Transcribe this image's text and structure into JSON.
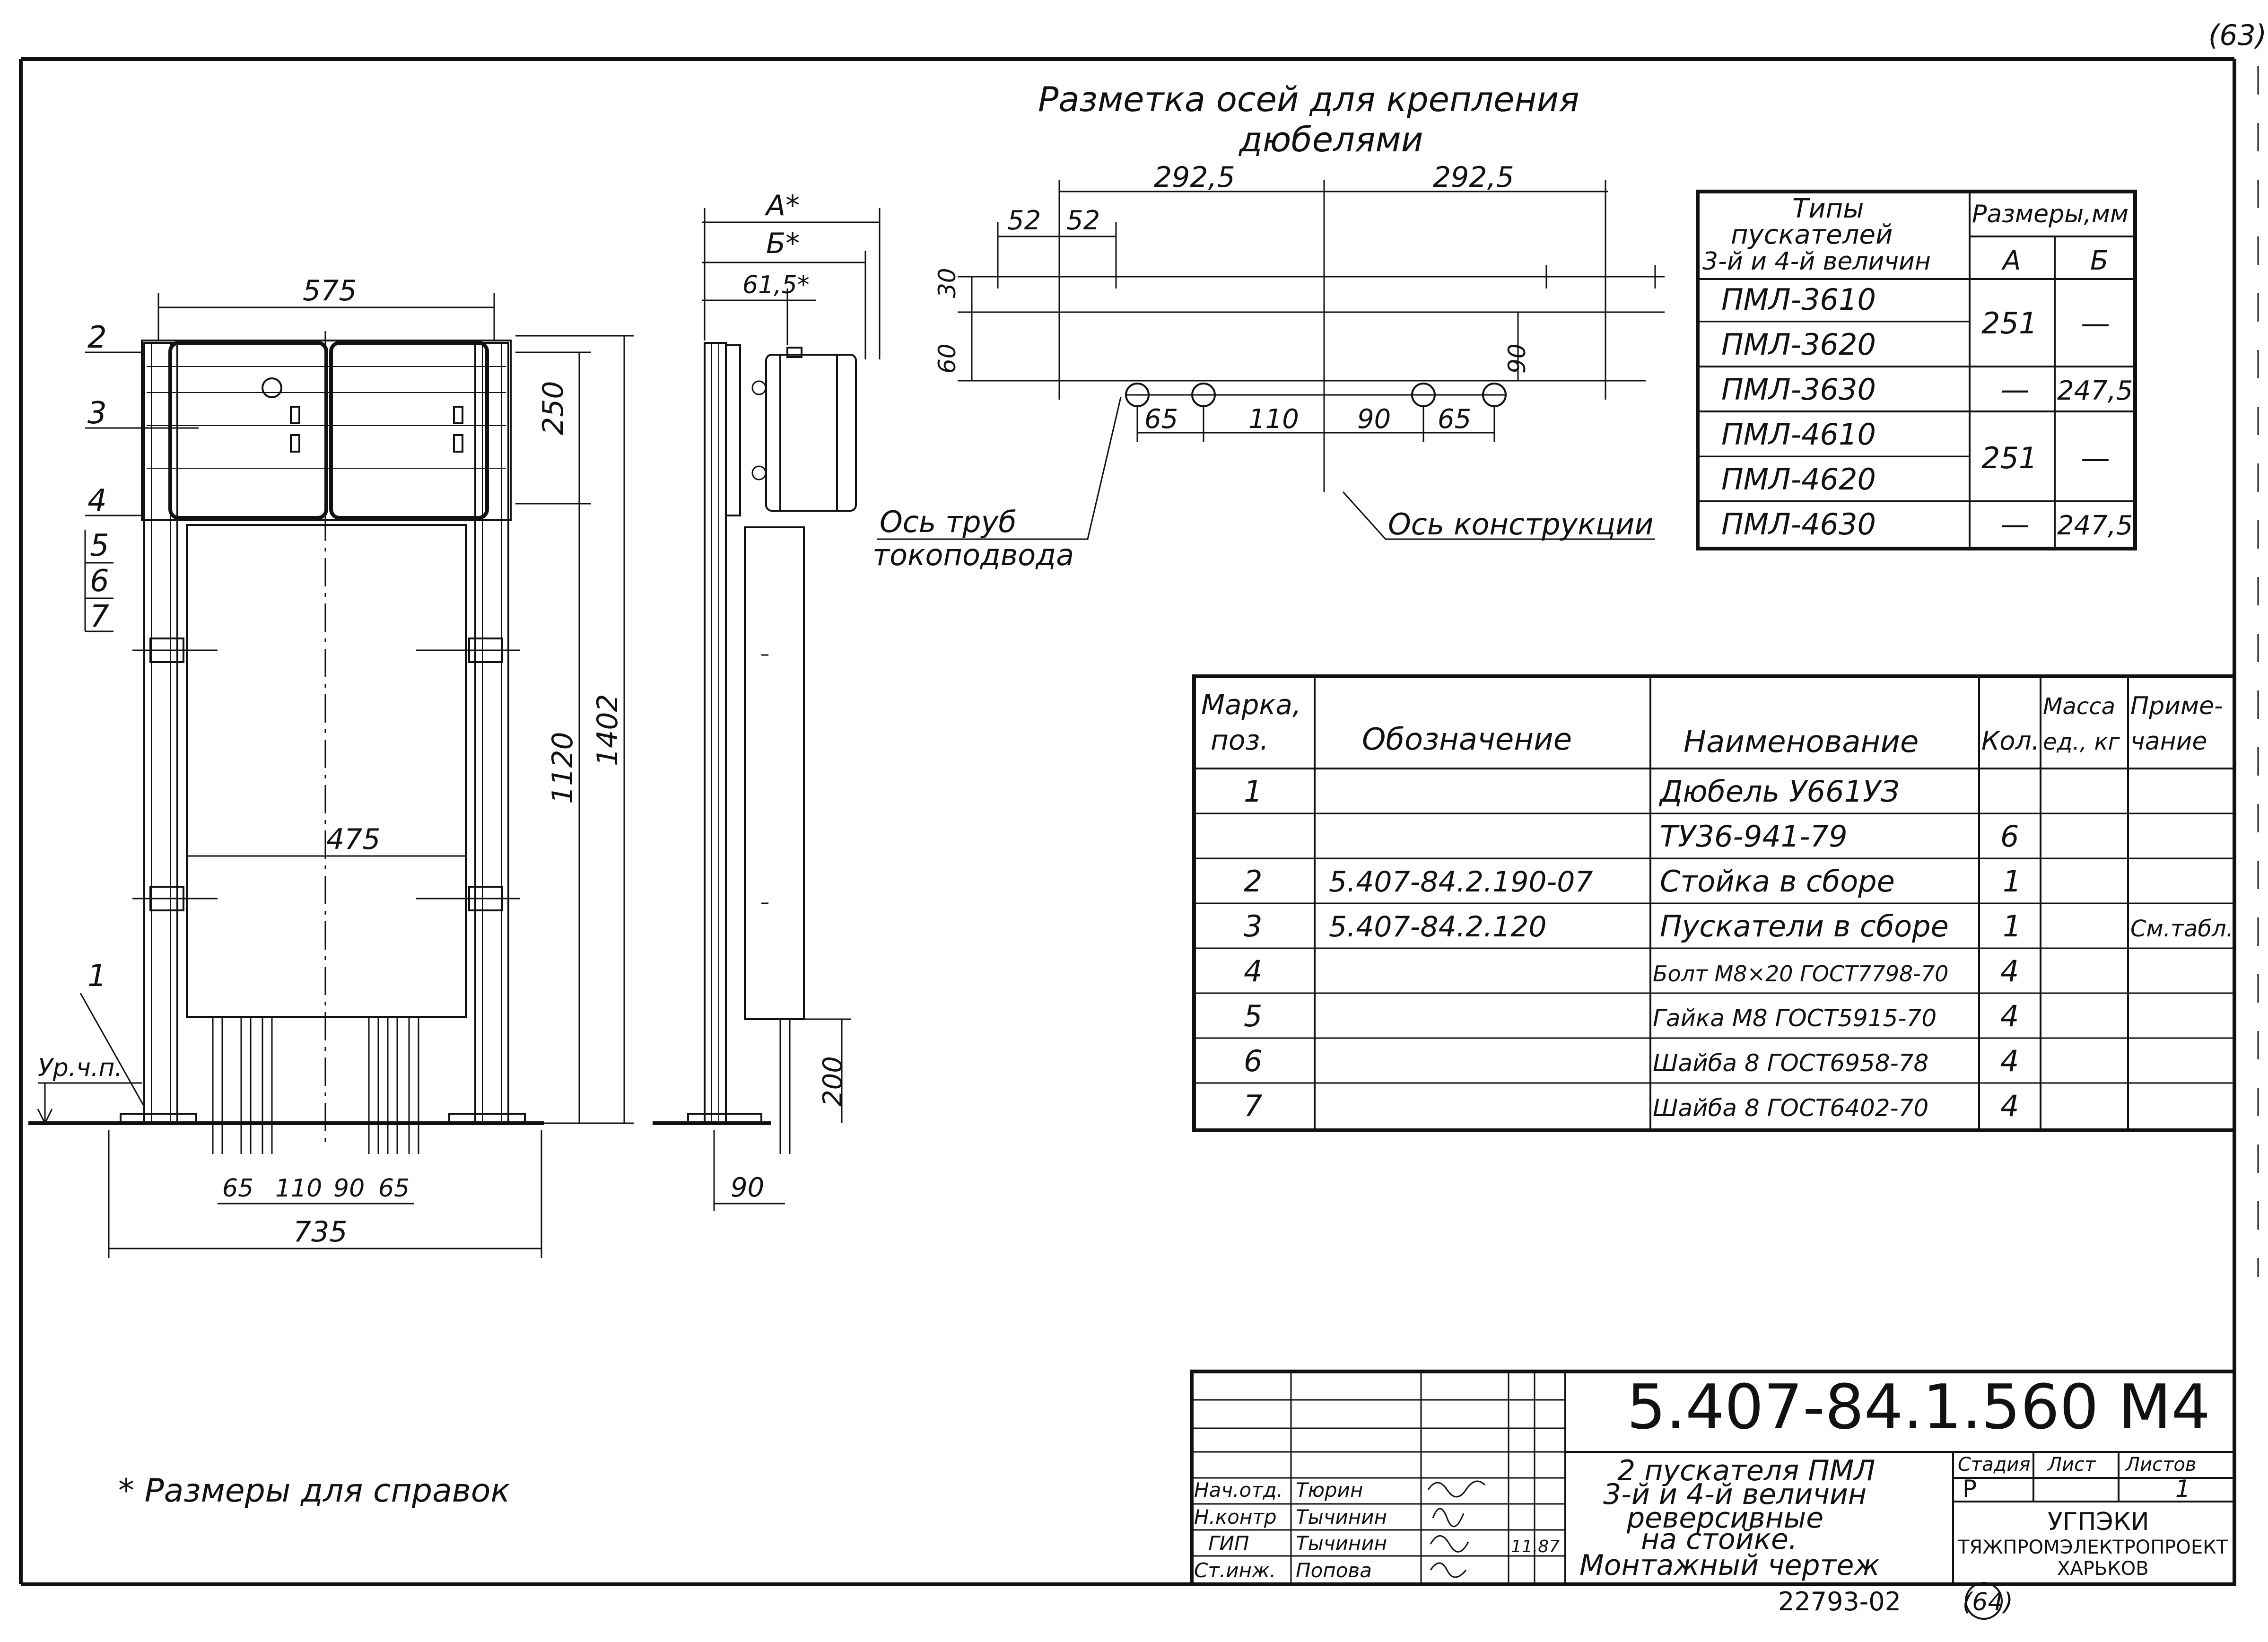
{
  "page_number": "(63)",
  "page_number_bottom": "(64)",
  "archive_number": "22793-02",
  "axes_title_line1": "Разметка осей для крепления",
  "axes_title_line2": "дюбелями",
  "note": "* Размеры для справок",
  "front_view": {
    "dims": {
      "width_top": "575",
      "height_top": "250",
      "height_mid": "1120",
      "height_total": "1402",
      "width_inner": "475",
      "width_base": "735",
      "pipe_a": "65",
      "pipe_b": "110",
      "pipe_c": "90",
      "pipe_d": "65"
    },
    "callouts": [
      "2",
      "3",
      "4",
      "5",
      "6",
      "7",
      "1"
    ],
    "level_label": "Ур.ч.п."
  },
  "side_view": {
    "dims": {
      "a": "А*",
      "b": "Б*",
      "c": "61,5*",
      "h200": "200",
      "base": "90"
    }
  },
  "axes_plan": {
    "dims": {
      "left": "292,5",
      "right": "292,5",
      "d52a": "52",
      "d52b": "52",
      "d30": "30",
      "d60": "60",
      "d90": "90",
      "p65a": "65",
      "p110": "110",
      "p90": "90",
      "p65b": "65"
    },
    "pipe_axis_label_1": "Ось труб",
    "pipe_axis_label_2": "токоподвода",
    "construction_axis_label": "Ось конструкции"
  },
  "types_table": {
    "header_col1_line1": "Типы",
    "header_col1_line2": "пускателей",
    "header_col1_line3": "3-й и 4-й величин",
    "header_sizes": "Размеры,мм",
    "header_a": "А",
    "header_b": "Б",
    "rows": [
      {
        "type": "ПМЛ-3610",
        "a": "251",
        "b": "—"
      },
      {
        "type": "ПМЛ-3620",
        "a": "",
        "b": ""
      },
      {
        "type": "ПМЛ-3630",
        "a": "—",
        "b": "247,5"
      },
      {
        "type": "ПМЛ-4610",
        "a": "251",
        "b": "—"
      },
      {
        "type": "ПМЛ-4620",
        "a": "",
        "b": ""
      },
      {
        "type": "ПМЛ-4630",
        "a": "—",
        "b": "247,5"
      }
    ]
  },
  "spec_table": {
    "headers": {
      "mark_1": "Марка,",
      "mark_2": "поз.",
      "designation": "Обозначение",
      "name": "Наименование",
      "qty": "Кол.",
      "mass_1": "Масса",
      "mass_2": "ед., кг",
      "note_1": "Приме-",
      "note_2": "чание"
    },
    "rows": [
      {
        "pos": "1",
        "designation": "",
        "name": "Дюбель У661УЗ",
        "qty": "",
        "note": ""
      },
      {
        "pos": "",
        "designation": "",
        "name": "ТУ36-941-79",
        "qty": "6",
        "note": ""
      },
      {
        "pos": "2",
        "designation": "5.407-84.2.190-07",
        "name": "Стойка в сборе",
        "qty": "1",
        "note": ""
      },
      {
        "pos": "3",
        "designation": "5.407-84.2.120",
        "name": "Пускатели в сборе",
        "qty": "1",
        "note": "См.табл."
      },
      {
        "pos": "4",
        "designation": "",
        "name": "Болт М8×20 ГОСТ7798-70",
        "qty": "4",
        "note": ""
      },
      {
        "pos": "5",
        "designation": "",
        "name": "Гайка М8 ГОСТ5915-70",
        "qty": "4",
        "note": ""
      },
      {
        "pos": "6",
        "designation": "",
        "name": "Шайба 8 ГОСТ6958-78",
        "qty": "4",
        "note": ""
      },
      {
        "pos": "7",
        "designation": "",
        "name": "Шайба 8 ГОСТ6402-70",
        "qty": "4",
        "note": ""
      }
    ]
  },
  "title_block": {
    "code": "5.407-84.1.560 М4",
    "title_1": "2 пускателя ПМЛ",
    "title_2": "3-й и 4-й величин",
    "title_3": "реверсивные",
    "title_4": "на стойке.",
    "title_5": "Монтажный чертеж",
    "stage_label": "Стадия",
    "sheet_label": "Лист",
    "sheets_label": "Листов",
    "stage": "Р",
    "sheet": "",
    "sheets": "1",
    "org_1": "УГПЭКИ",
    "org_2": "ТЯЖПРОМЭЛЕКТРОПРОЕКТ",
    "org_3": "ХАРЬКОВ",
    "date": "11.87",
    "staff": [
      {
        "role": "Нач.отд.",
        "name": "Тюрин"
      },
      {
        "role": "Н.контр",
        "name": "Тычинин"
      },
      {
        "role": "ГИП",
        "name": "Тычинин"
      },
      {
        "role": "Ст.инж.",
        "name": "Попова"
      }
    ]
  }
}
